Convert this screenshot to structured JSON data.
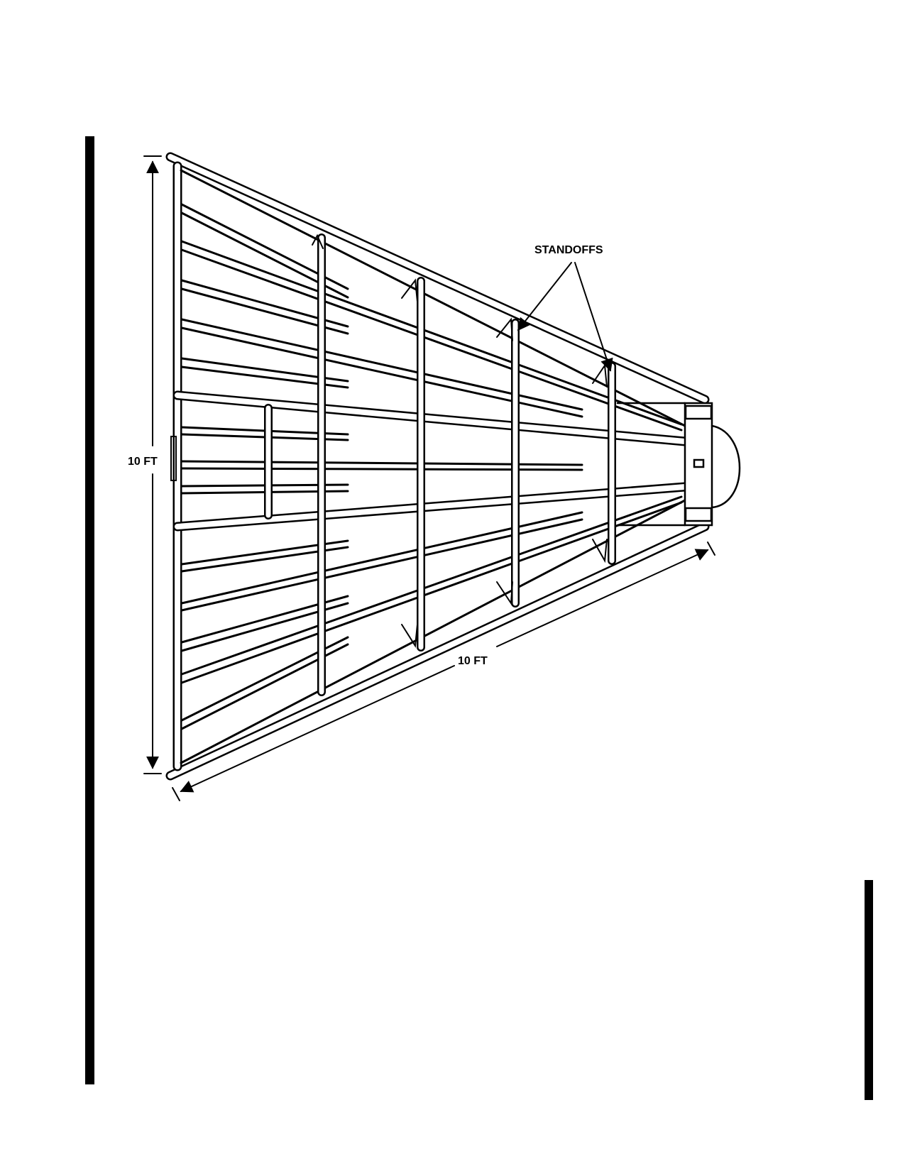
{
  "diagram": {
    "labels": {
      "standoffs": "STANDOFFS",
      "height_dimension": "10 FT",
      "length_dimension": "10 FT"
    }
  }
}
